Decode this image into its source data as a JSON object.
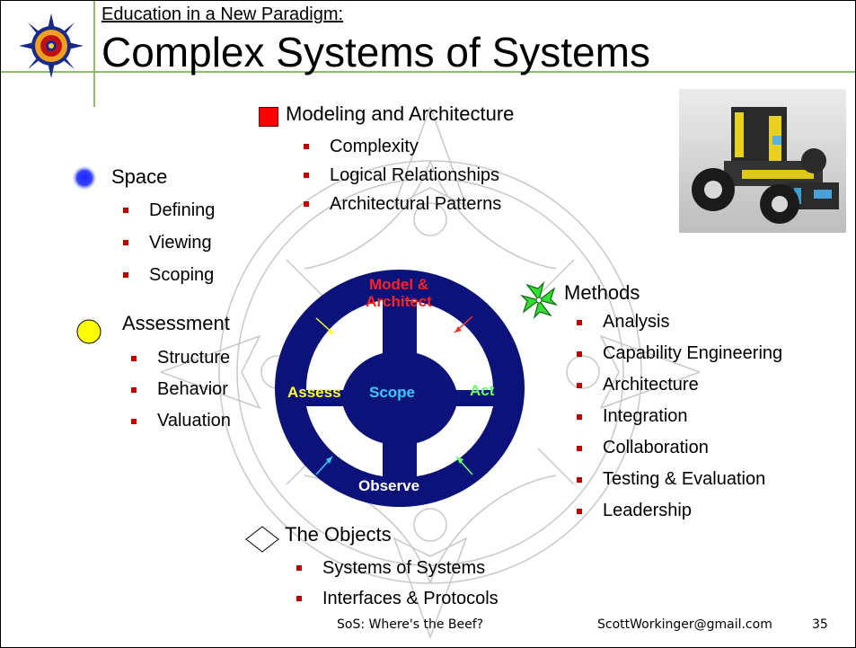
{
  "header": {
    "kicker": "Education in a New Paradigm:",
    "title": "Complex Systems of Systems"
  },
  "sections": {
    "modeling": {
      "title": "Modeling and Architecture",
      "items": [
        "Complexity",
        "Logical Relationships",
        "Architectural Patterns"
      ]
    },
    "space": {
      "title": "Space",
      "items": [
        "Defining",
        "Viewing",
        "Scoping"
      ]
    },
    "assessment": {
      "title": "Assessment",
      "items": [
        "Structure",
        "Behavior",
        "Valuation"
      ]
    },
    "methods": {
      "title": "Methods",
      "items": [
        "Analysis",
        "Capability Engineering",
        "Architecture",
        "Integration",
        "Collaboration",
        "Testing & Evaluation",
        "Leadership"
      ]
    },
    "objects": {
      "title": "The Objects",
      "items": [
        "Systems of Systems",
        "Interfaces & Protocols"
      ]
    }
  },
  "wheel": {
    "top_line1": "Model &",
    "top_line2": "Architect",
    "left": "Assess",
    "center": "Scope",
    "right": "Act",
    "bottom": "Observe"
  },
  "colors": {
    "wheel_fill": "#0b137a",
    "model_label": "#ff2020",
    "assess_label": "#ffff33",
    "scope_label": "#33ccff",
    "act_label": "#66ff66",
    "bullet": "#c00000",
    "rule": "#8bbf6a"
  },
  "icons": {
    "logo": "compass-rose-logo-icon",
    "modeling": "red-square-icon",
    "space": "blue-sphere-icon",
    "assessment": "yellow-circle-icon",
    "methods": "green-pinwheel-icon",
    "objects": "white-diamond-icon",
    "photo": "lego-robot-photo"
  },
  "footer": {
    "left": "SoS: Where's the Beef?",
    "email": "ScottWorkinger@gmail.com",
    "page": "35"
  }
}
